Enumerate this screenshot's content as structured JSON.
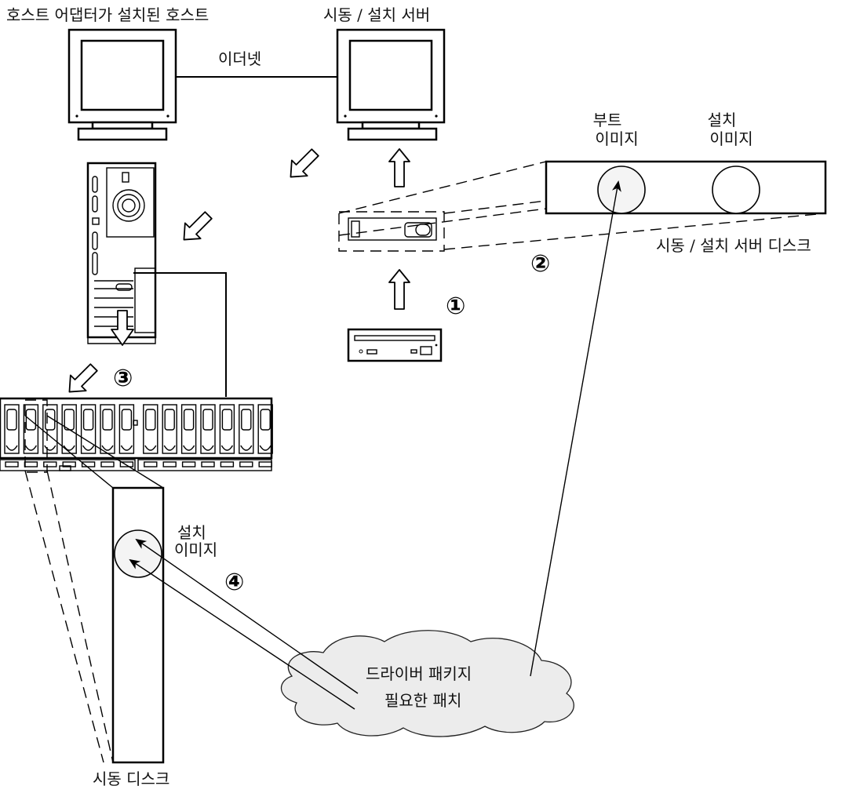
{
  "labels": {
    "host_with_adapter": "호스트 어댑터가 설치된 호스트",
    "install_server": "시동 / 설치 서버",
    "ethernet": "이더넷",
    "boot_image_l1": "부트",
    "boot_image_l2": "이미지",
    "install_image_l1": "설치",
    "install_image_l2": "이미지",
    "server_disk": "시동 / 설치 서버 디스크",
    "disk_install_l1": "설치",
    "disk_install_l2": "이미지",
    "driver_package": "드라이버 패키지",
    "required_patch": "필요한 패치",
    "boot_disk": "시동 디스크"
  },
  "steps": [
    "①",
    "②",
    "③",
    "④"
  ]
}
